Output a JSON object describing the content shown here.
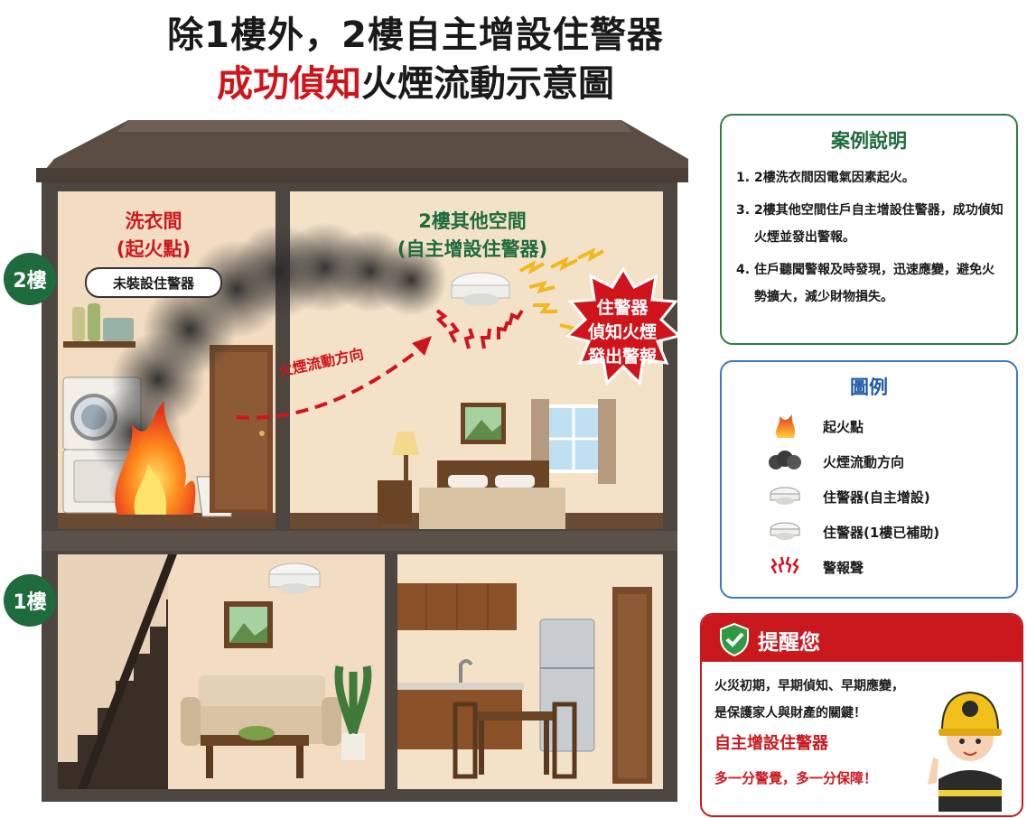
{
  "title": {
    "line1": "除1樓外，2樓自主增設住警器",
    "line2_red": "成功偵知",
    "line2_rest": "火煙流動示意圖"
  },
  "floors": {
    "second": "2樓",
    "first": "1樓"
  },
  "rooms": {
    "laundry_name": "洗衣間",
    "laundry_note": "(起火點)",
    "laundry_badge": "未裝設住警器",
    "other_name": "2樓其他空間",
    "other_note": "(自主增設住警器)"
  },
  "smoke_direction_label": "火煙流動方向",
  "alarm_burst": [
    "住警器",
    "偵知火煙",
    "發出警報"
  ],
  "case": {
    "title": "案例說明",
    "items": [
      {
        "num": "1.",
        "text": "2樓洗衣間因電氣因素起火。"
      },
      {
        "num": "3.",
        "text": "2樓其他空間住戶自主增設住警器，成功偵知火煙並發出警報。"
      },
      {
        "num": "4.",
        "text": "住戶聽聞警報及時發現，迅速應變，避免火勢擴大，減少財物損失。"
      }
    ]
  },
  "legend": {
    "title": "圖例",
    "items": [
      {
        "icon": "fire-icon",
        "label": "起火點"
      },
      {
        "icon": "smoke-icon",
        "label": "火煙流動方向"
      },
      {
        "icon": "smoke-detector-icon",
        "label": "住警器(自主增設)"
      },
      {
        "icon": "smoke-detector-icon",
        "label": "住警器(1樓已補助)"
      },
      {
        "icon": "alarm-sound-icon",
        "label": "警報聲"
      }
    ]
  },
  "reminder": {
    "title": "提醒您",
    "line1": "火災初期，早期偵知、早期應變，",
    "line2": "是保護家人與財產的關鍵！",
    "highlight": "自主增設住警器",
    "slogan": "多一分警覺，多一分保障！"
  },
  "colors": {
    "accent_red": "#d0141b",
    "green": "#1e6b3d",
    "blue": "#1f5aa6"
  }
}
